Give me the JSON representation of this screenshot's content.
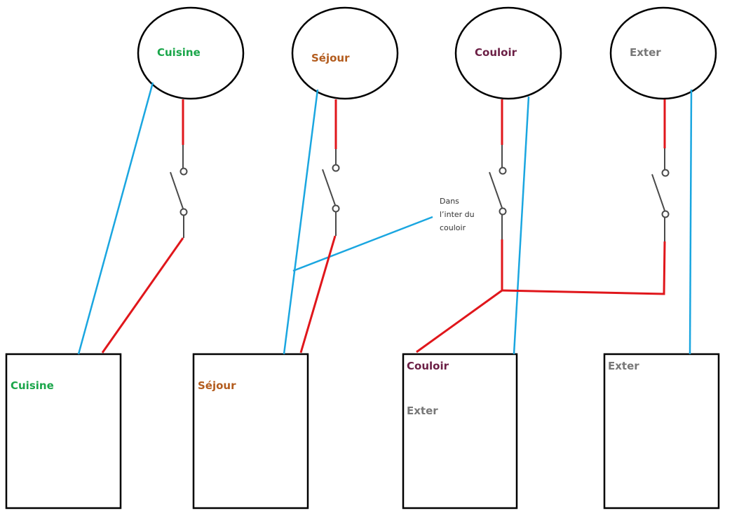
{
  "colors": {
    "cuisine": "#1aa64a",
    "sejour": "#b35c1e",
    "couloir": "#6b1f45",
    "exter": "#777777",
    "neutral_wire": "#1aa6e0",
    "phase_wire": "#e0161b"
  },
  "lamps": [
    {
      "id": "cuisine",
      "label": "Cuisine"
    },
    {
      "id": "sejour",
      "label": "Séjour"
    },
    {
      "id": "couloir",
      "label": "Couloir"
    },
    {
      "id": "exter",
      "label": "Exter"
    }
  ],
  "boxes": [
    {
      "id": "cuisine",
      "labels": [
        "Cuisine"
      ]
    },
    {
      "id": "sejour",
      "labels": [
        "Séjour"
      ]
    },
    {
      "id": "couloir",
      "labels": [
        "Couloir",
        "Exter"
      ]
    },
    {
      "id": "exter",
      "labels": [
        "Exter"
      ]
    }
  ],
  "annotation": {
    "line1": "Dans",
    "line2": "l’inter du",
    "line3": "couloir"
  }
}
